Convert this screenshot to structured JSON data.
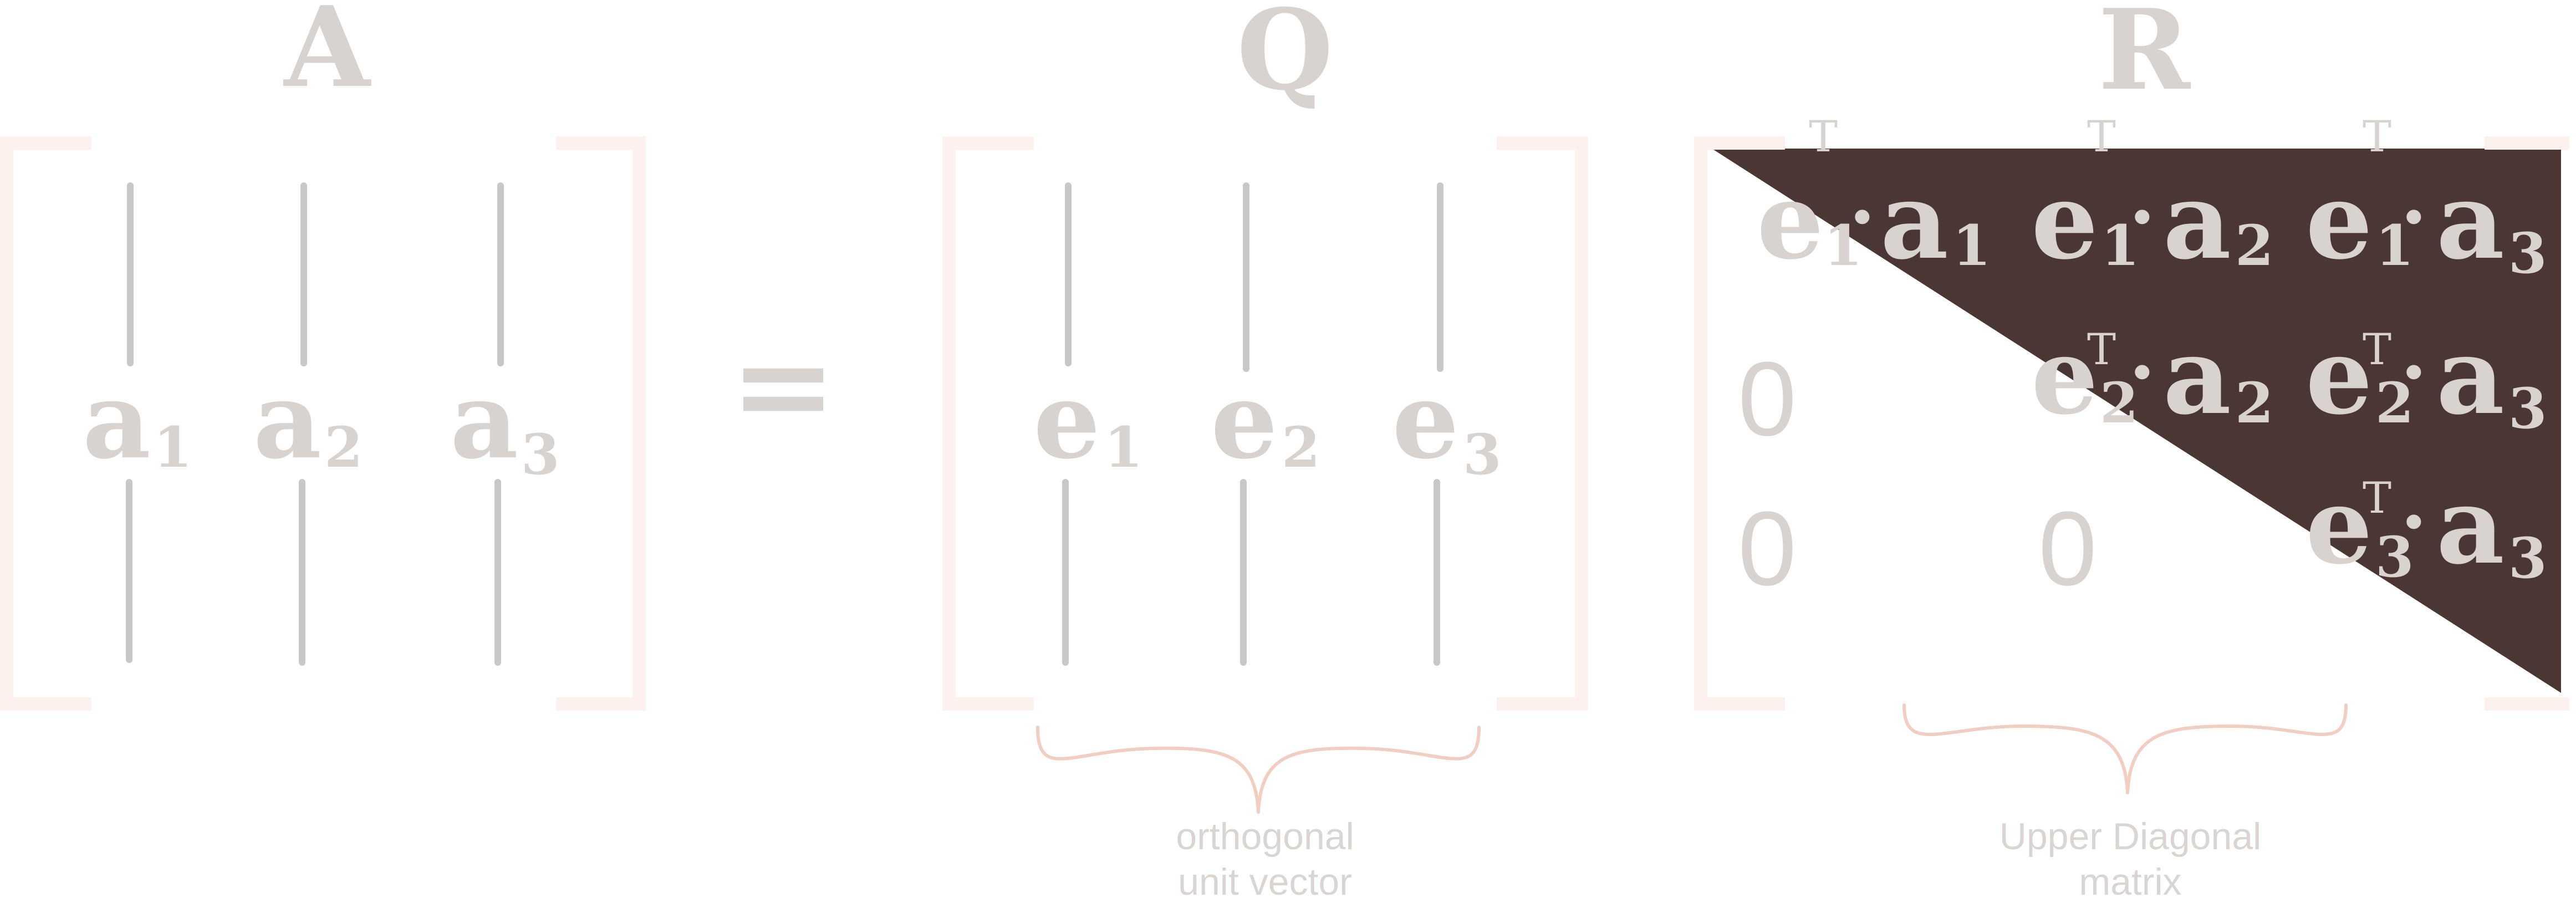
{
  "matrix_A": {
    "title": "A",
    "columns": [
      {
        "base": "a",
        "sub": "1"
      },
      {
        "base": "a",
        "sub": "2"
      },
      {
        "base": "a",
        "sub": "3"
      }
    ]
  },
  "equals": "=",
  "matrix_Q": {
    "title": "Q",
    "columns": [
      {
        "base": "e",
        "sub": "1"
      },
      {
        "base": "e",
        "sub": "2"
      },
      {
        "base": "e",
        "sub": "3"
      }
    ],
    "caption": [
      "orthogonal",
      "unit vector"
    ]
  },
  "matrix_R": {
    "title": "R",
    "zero": "0",
    "transpose": "T",
    "dot": "·",
    "entries": {
      "r11": {
        "e": "e",
        "e_sub": "1",
        "a": "a",
        "a_sub": "1"
      },
      "r12": {
        "e": "e",
        "e_sub": "1",
        "a": "a",
        "a_sub": "2"
      },
      "r13": {
        "e": "e",
        "e_sub": "1",
        "a": "a",
        "a_sub": "3"
      },
      "r22": {
        "e": "e",
        "e_sub": "2",
        "a": "a",
        "a_sub": "2"
      },
      "r23": {
        "e": "e",
        "e_sub": "2",
        "a": "a",
        "a_sub": "3"
      },
      "r33": {
        "e": "e",
        "e_sub": "3",
        "a": "a",
        "a_sub": "3"
      }
    },
    "caption": [
      "Upper Diagonal",
      "matrix"
    ]
  },
  "colors": {
    "text_light": "#d9d3d0",
    "column_line": "#c8c8c8",
    "bracket": "#fdf1ee",
    "brace": "#f1cdc2",
    "triangle": "#4a3633"
  }
}
